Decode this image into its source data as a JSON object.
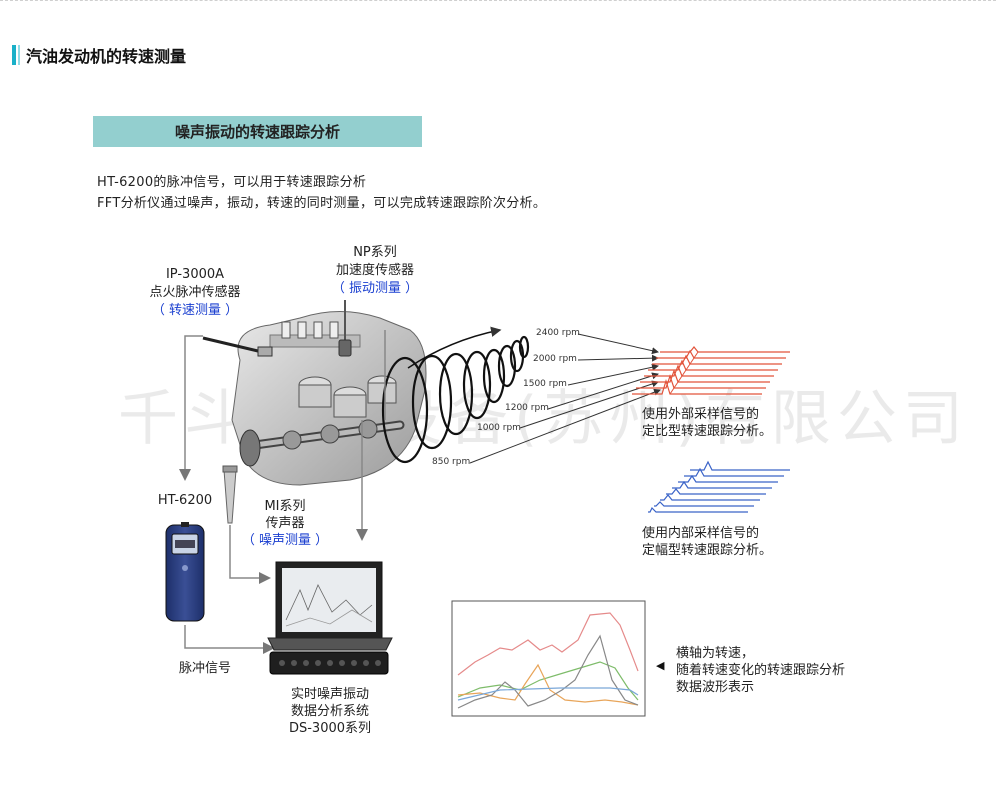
{
  "section_title": "汽油发动机的转速测量",
  "banner": "噪声振动的转速跟踪分析",
  "intro": {
    "line1": "HT-6200的脉冲信号，可以用于转速跟踪分析",
    "line2": "FFT分析仪通过噪声，振动，转速的同时测量，可以完成转速跟踪阶次分析。"
  },
  "labels": {
    "ip_model": "IP-3000A",
    "ip_name": "点火脉冲传感器",
    "ip_purpose": "（ 转速测量 ）",
    "np_model": "NP系列",
    "np_name": "加速度传感器",
    "np_purpose": "（ 振动测量 ）",
    "ht_model": "HT-6200",
    "mi_model": "MI系列",
    "mi_name": "传声器",
    "mi_purpose": "（ 噪声测量 ）",
    "pulse": "脉冲信号",
    "ds_line1": "实时噪声振动",
    "ds_line2": "数据分析系统",
    "ds_line3": "DS-3000系列",
    "ext_line1": "使用外部采样信号的",
    "ext_line2": "定比型转速跟踪分析。",
    "int_line1": "使用内部采样信号的",
    "int_line2": "定幅型转速跟踪分析。",
    "axis_line1": "横轴为转速，",
    "axis_line2": "随着转速变化的转速跟踪分析",
    "axis_line3": "数据波形表示",
    "pointer": "◀"
  },
  "rpm_labels": [
    "2400 rpm",
    "2000 rpm",
    "1500 rpm",
    "1200 rpm",
    "1000 rpm",
    "850 rpm"
  ],
  "watermark": "千斗工业设备(苏州)有限公司",
  "colors": {
    "accent": "#1ab0c8",
    "banner": "#93cfcf",
    "blue_text": "#1a3fd0",
    "red_waterfall": "#e2533a",
    "blue_waterfall": "#3a63c8"
  },
  "icons": [
    "spiral-icon",
    "engine-icon",
    "tachometer-icon",
    "microphone-icon",
    "laptop-icon"
  ]
}
